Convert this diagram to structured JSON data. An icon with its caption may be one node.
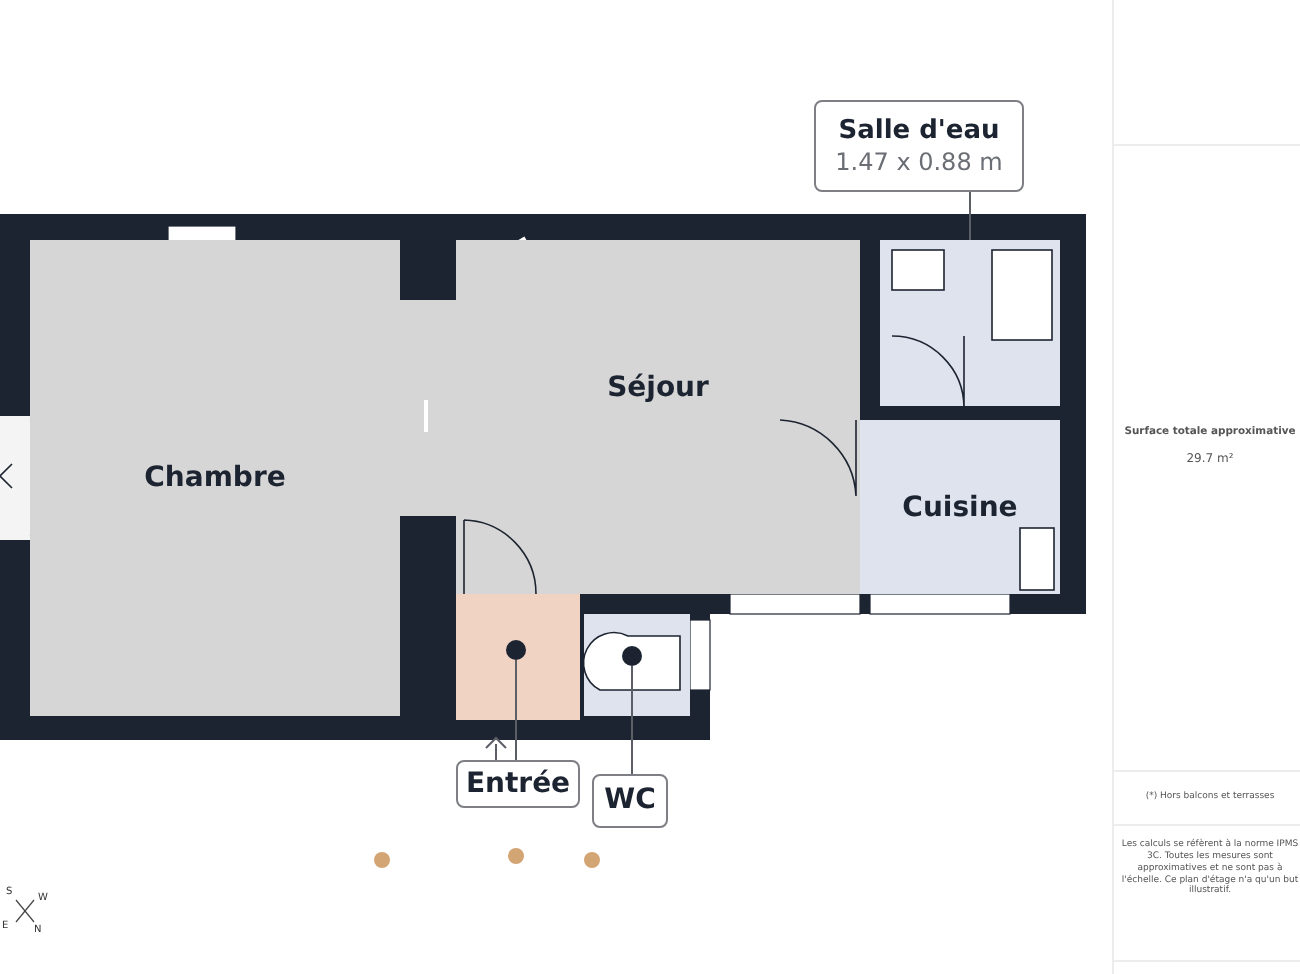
{
  "diagram": {
    "nodes": [
      {
        "text": [
          "Chambre"
        ]
      },
      {
        "text": [
          "Séjour"
        ]
      },
      {
        "text": [
          "Cuisine"
        ]
      },
      {
        "text": [],
        "shape": "box"
      },
      {
        "text": [],
        "shape": "box"
      },
      {
        "text": [],
        "shape": "circle",
        "in": 4
      },
      {
        "text": [],
        "shape": "box"
      },
      {
        "text": [],
        "shape": "circle",
        "in": 6
      },
      {
        "text": [
          "Salle d'eau",
          "1.47 x 0.88 m"
        ]
      },
      {
        "text": [
          "Entrée"
        ]
      },
      {
        "text": [
          "WC"
        ]
      }
    ],
    "edges": [
      {
        "from": 8,
        "to": 3,
        "arrow": "none"
      },
      {
        "from": 9,
        "to": 5,
        "arrow": "none"
      },
      {
        "from": 10,
        "to": 7,
        "arrow": "none"
      }
    ],
    "labels": [
      "Surface totale approximative",
      "29.7 m²",
      "(*) Hors balcons et terrasses",
      "Les calculs se réfèrent à la norme IPMS 3C. Toutes les mesures sont approximatives et ne sont pas à l'échelle. Ce plan d'étage n'a qu'un but illustratif.",
      "S",
      "W",
      "E",
      "N"
    ]
  }
}
